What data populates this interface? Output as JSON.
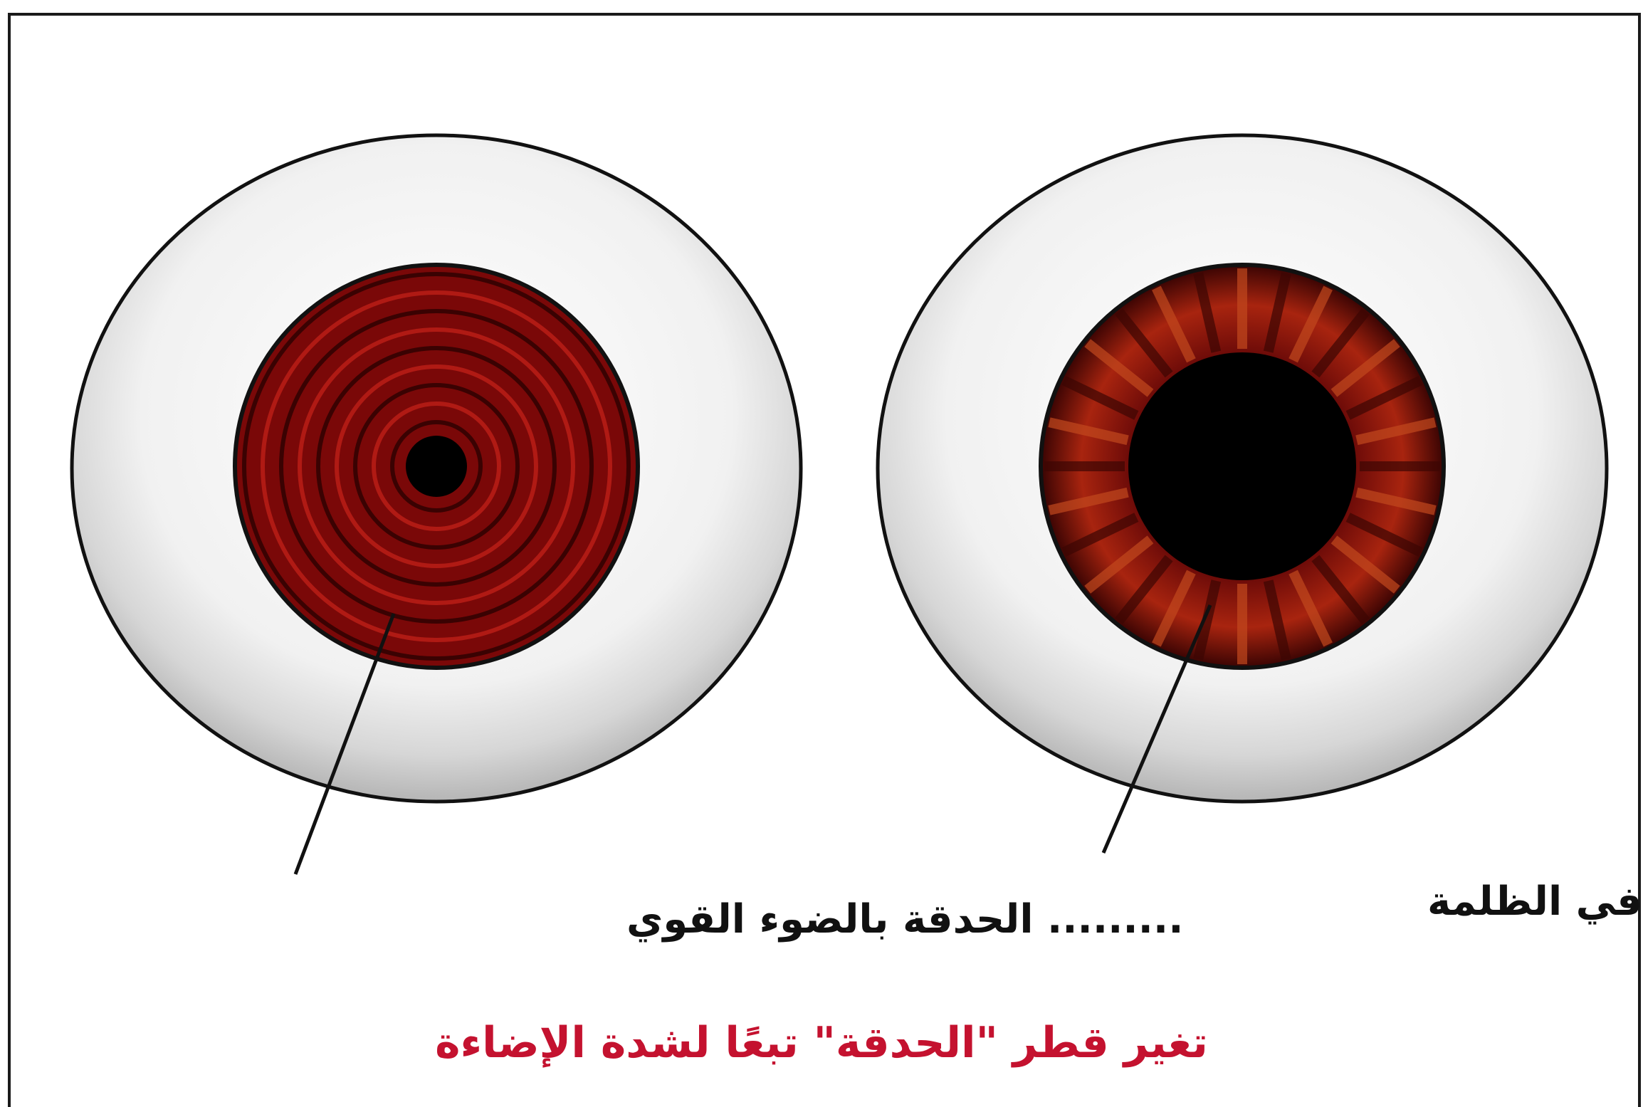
{
  "labels": {
    "left_eye": "......... الحدقة بالضوء القوي",
    "right_eye": "......... الحدقة في الظلمة"
  },
  "caption": "تغير قطر \"الحدقة\" تبعًا لشدة الإضاءة",
  "colors": {
    "iris_red": "#8a0c0c",
    "iris_dark_red": "#5a0606",
    "pupil": "#000000",
    "sclera": "#ffffff",
    "caption": "#c4122f",
    "outline": "#111111"
  },
  "icons": {
    "left_eye": "eye-bright-light-icon",
    "right_eye": "eye-darkness-icon"
  }
}
